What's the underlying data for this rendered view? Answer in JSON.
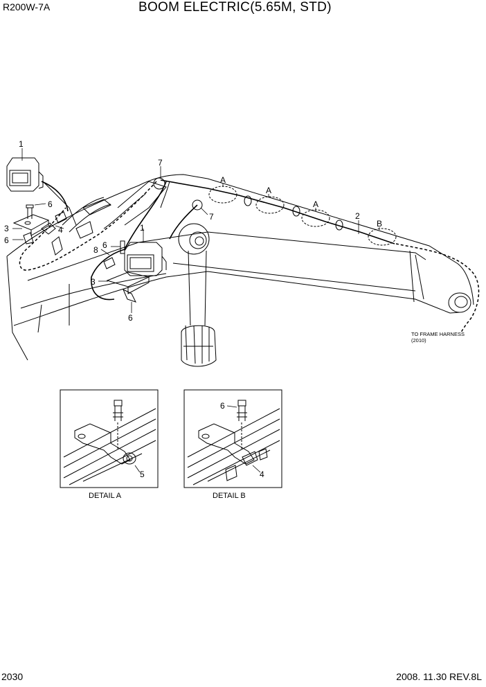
{
  "header": {
    "model": "R200W-7A",
    "title": "BOOM ELECTRIC(5.65M, STD)"
  },
  "footer": {
    "page_number": "2030",
    "date_revision": "2008. 11.30  REV.8L"
  },
  "callouts": {
    "c1_top": "1",
    "c1_mid": "1",
    "c2": "2",
    "c3_left": "3",
    "c3_mid": "3",
    "c4_left": "4",
    "c4_detail": "4",
    "c5_detail": "5",
    "c6_a": "6",
    "c6_b": "6",
    "c6_c": "6",
    "c6_d": "6",
    "c6_detail": "6",
    "c7_top": "7",
    "c7_mid": "7",
    "c8": "8",
    "detail_ref_1": "A",
    "detail_ref_2": "A",
    "detail_ref_3": "A",
    "detail_ref_4": "B"
  },
  "notes": {
    "frame_harness_line1": "TO FRAME HARNESS",
    "frame_harness_line2": "(2010)"
  },
  "details": {
    "detail_a_label": "DETAIL A",
    "detail_b_label": "DETAIL B"
  }
}
